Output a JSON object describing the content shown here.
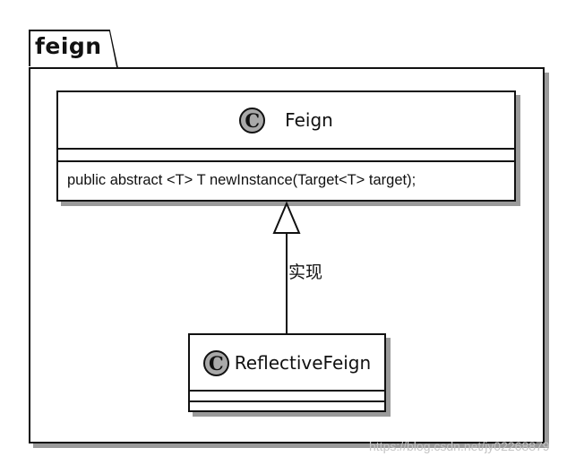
{
  "package": {
    "name": "feign"
  },
  "classes": {
    "feign": {
      "stereotype_letter": "C",
      "name": "Feign",
      "methods": [
        "public abstract <T> T newInstance(Target<T> target);"
      ]
    },
    "reflective_feign": {
      "stereotype_letter": "C",
      "name": "ReflectiveFeign",
      "methods": []
    }
  },
  "relation": {
    "type": "realization",
    "from": "ReflectiveFeign",
    "to": "Feign",
    "label": "实现"
  },
  "watermark": "https://blog.csdn.net/jy02268879",
  "colors": {
    "line": "#111111",
    "shadow": "#9a9a9a",
    "badge": "#a9a9a9",
    "background": "#ffffff"
  }
}
